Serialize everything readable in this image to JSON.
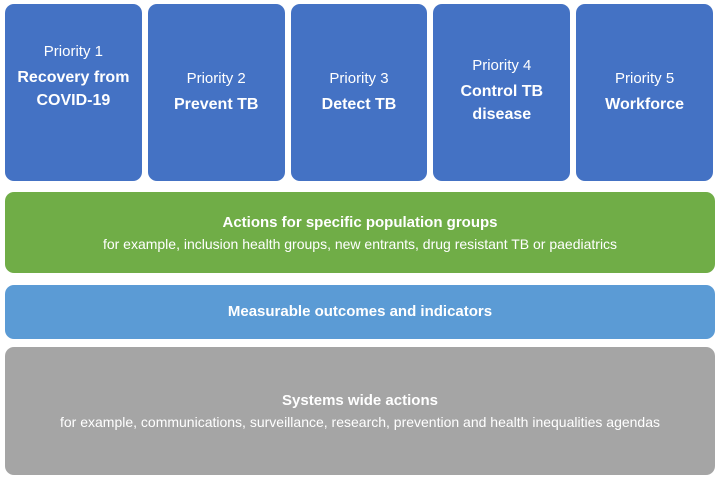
{
  "priorities": [
    {
      "number": "Priority 1",
      "title": "Recovery from COVID-19"
    },
    {
      "number": "Priority 2",
      "title": "Prevent TB"
    },
    {
      "number": "Priority 3",
      "title": "Detect TB"
    },
    {
      "number": "Priority 4",
      "title": "Control TB disease"
    },
    {
      "number": "Priority 5",
      "title": "Workforce"
    }
  ],
  "population_groups": {
    "title": "Actions for specific population groups",
    "subtitle": "for example, inclusion health groups, new entrants, drug resistant TB or paediatrics"
  },
  "outcomes": {
    "title": "Measurable outcomes and indicators"
  },
  "systems": {
    "title": "Systems wide actions",
    "subtitle": "for example, communications, surveillance, research, prevention and health inequalities agendas"
  },
  "colors": {
    "priority_blue": "#4472c4",
    "population_green": "#70ad47",
    "outcomes_blue": "#5b9bd5",
    "systems_gray": "#a5a5a5"
  }
}
